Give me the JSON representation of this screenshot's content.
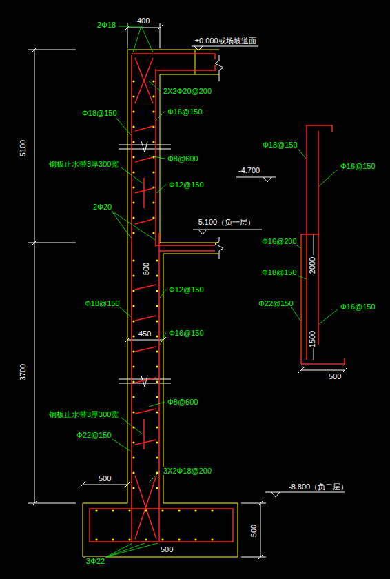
{
  "diagram": {
    "labels": [
      "2Φ18",
      "400",
      "±0.000或场坡道面",
      "2X2Φ20@200",
      "Φ16@150",
      "Φ18@150",
      "5100",
      "Φ8@600",
      "钢板止水带3厚300宽",
      "Φ12@150",
      "2Φ20",
      "-5.100（负一层）",
      "500",
      "Φ18@150",
      "Φ12@150",
      "450",
      "Φ16@150",
      "3700",
      "Φ8@600",
      "钢板止水带3厚300宽",
      "Φ22@150",
      "3X2Φ18@200",
      "500",
      "-8.800（负二层）",
      "500",
      "500",
      "3Φ22",
      "Φ18@150",
      "-4.700",
      "Φ16@150",
      "Φ16@200",
      "2000",
      "Φ18@150",
      "Φ22@150",
      "Φ16@150",
      "1500",
      "500"
    ]
  }
}
